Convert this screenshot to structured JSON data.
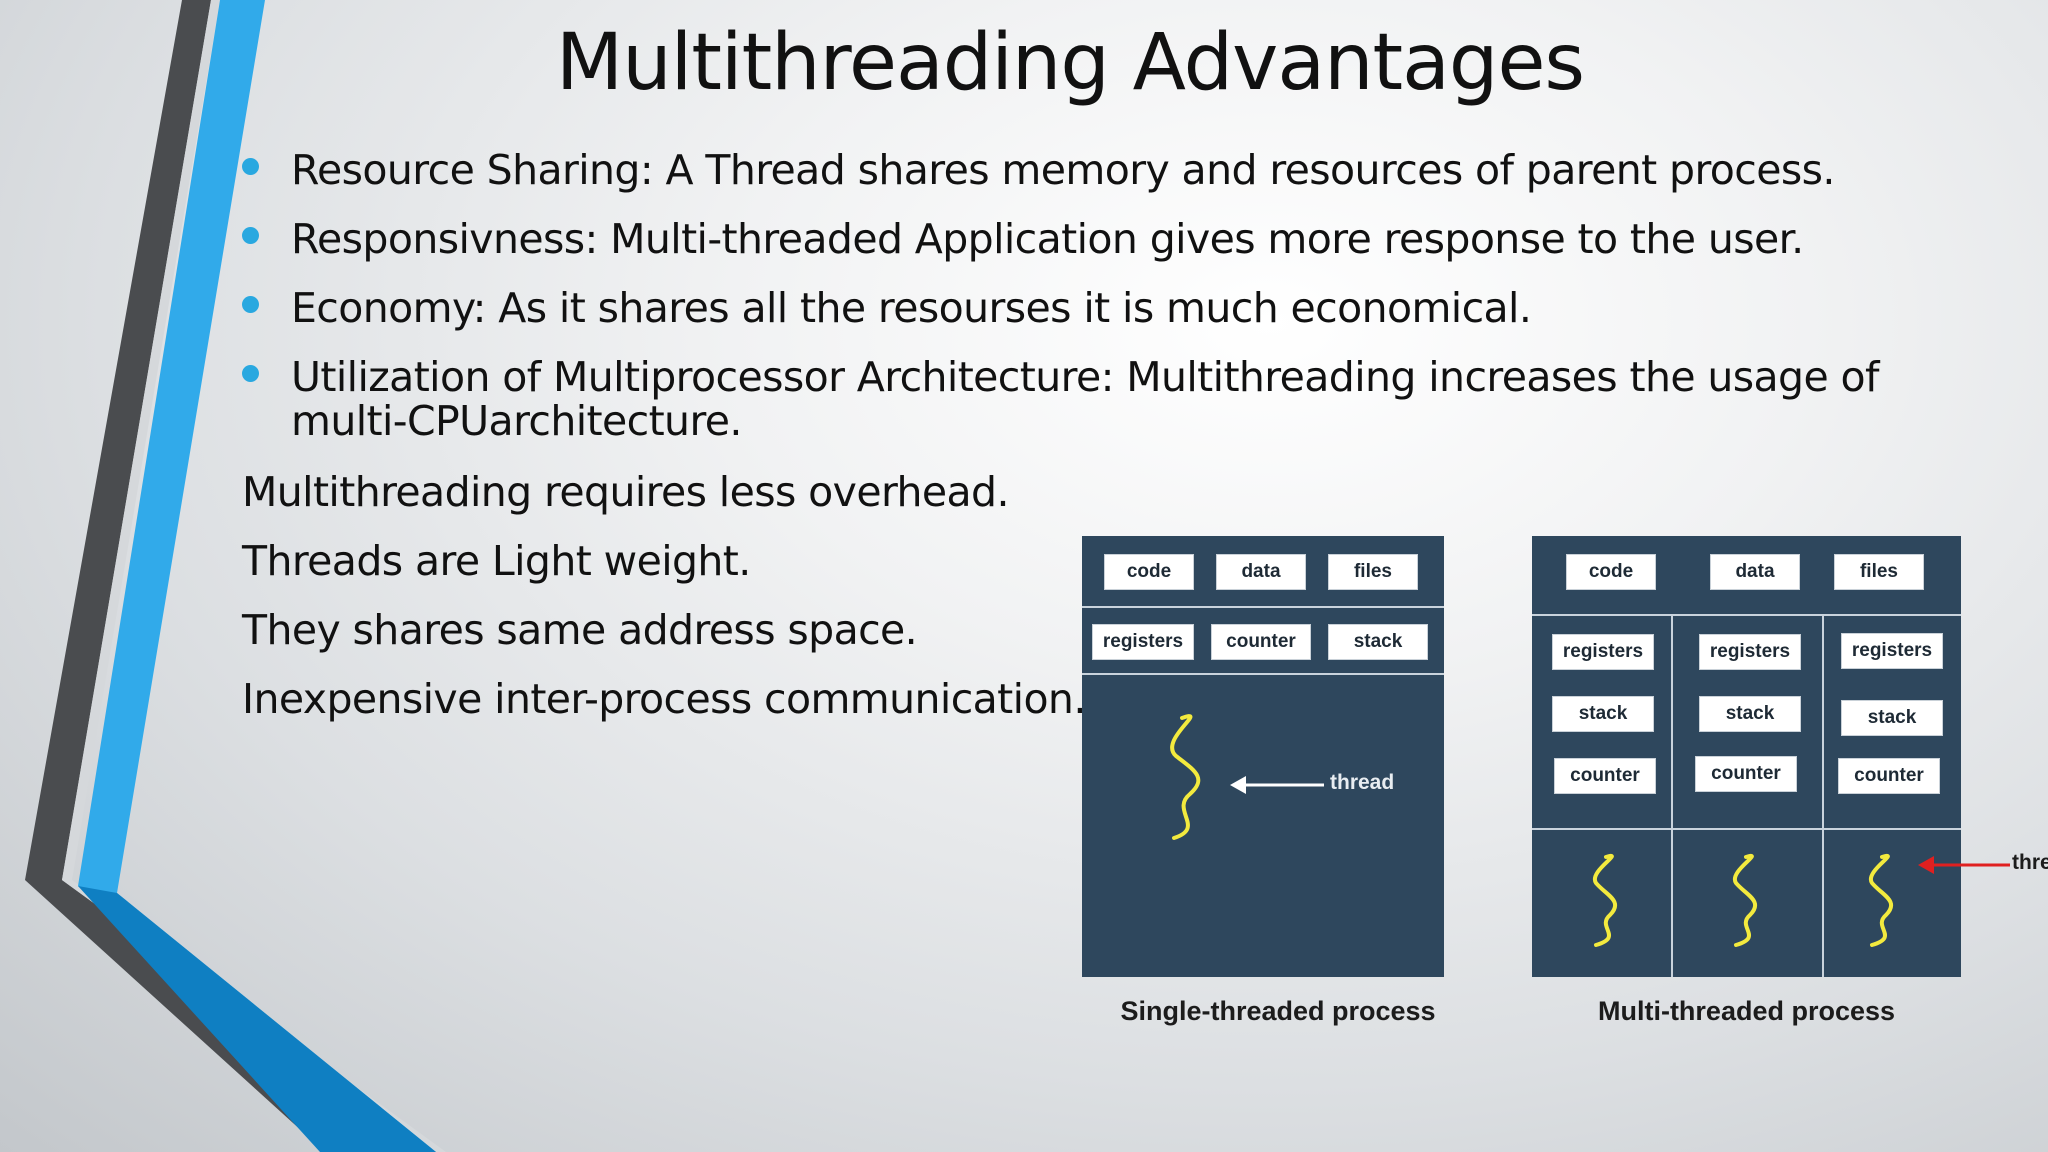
{
  "slide": {
    "title": "Multithreading Advantages",
    "bullets": [
      "Resource Sharing: A Thread shares memory and resources of parent process.",
      "Responsivness: Multi-threaded Application gives more response to the user.",
      "Economy: As it shares all the resourses it is much economical.",
      "Utilization of Multiprocessor Architecture: Multithreading increases the usage of multi-CPUarchitecture."
    ],
    "plain_lines": [
      "Multithreading requires less overhead.",
      "Threads are Light weight.",
      "They shares same address space.",
      "Inexpensive  inter-process communication."
    ],
    "accent_color": "#29a8e0"
  },
  "diagram": {
    "panel_color": "#2e475d",
    "thread_color": "#f3ea3e",
    "single": {
      "shared": [
        "code",
        "data",
        "files"
      ],
      "per_thread": [
        "registers",
        "counter",
        "stack"
      ],
      "thread_label": "thread",
      "caption": "Single-threaded process"
    },
    "multi": {
      "shared": [
        "code",
        "data",
        "files"
      ],
      "columns": [
        [
          "registers",
          "stack",
          "counter"
        ],
        [
          "registers",
          "stack",
          "counter"
        ],
        [
          "registers",
          "stack",
          "counter"
        ]
      ],
      "thread_label": "thre",
      "caption": "Multi-threaded process"
    }
  }
}
